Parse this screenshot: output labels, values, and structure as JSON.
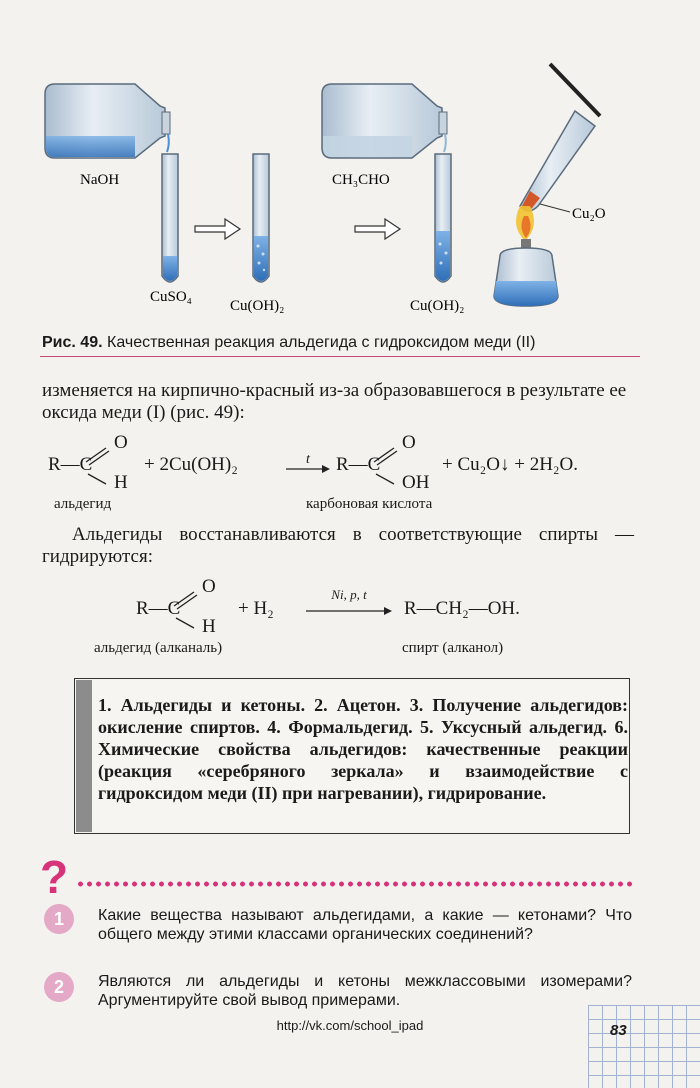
{
  "figure": {
    "label_naoh": "NaOH",
    "label_cuso4": "CuSO₄",
    "label_cuoh2_a": "Cu(OH)₂",
    "label_ch3cho": "CH₃CHO",
    "label_cuoh2_b": "Cu(OH)₂",
    "label_cu2o": "Cu₂O",
    "caption_num": "Рис. 49.",
    "caption_text": "Качественная реакция альдегида с гидроксидом меди (II)"
  },
  "para1": "изменяется на кирпично-красный из-за образовавшегося в результате ее оксида меди (I) (рис. 49):",
  "reaction1": {
    "r_c": "R—C",
    "o": "O",
    "h": "H",
    "reagent": "+ 2Cu(OH)₂",
    "arrow_label": "t",
    "prod_rc": "R—C",
    "prod_o": "O",
    "prod_oh": "OH",
    "rest": "+ Cu₂O↓ + 2H₂O.",
    "label_left": "альдегид",
    "label_right": "карбоновая кислота"
  },
  "para2": "Альдегиды восстанавливаются в соответствующие спирты — гидрируются:",
  "reaction2": {
    "r_c": "R—C",
    "o": "O",
    "h": "H",
    "reagent": "+ H₂",
    "arrow_label": "Ni, p, t",
    "product": "R—CH₂—OH.",
    "label_left": "альдегид (алканаль)",
    "label_right": "спирт (алканол)"
  },
  "summary": "1. Альдегиды и кетоны. 2. Ацетон. 3. Получение альдегидов: окисление спиртов. 4. Формальдегид. 5. Уксусный альдегид. 6. Химические свойства альдегидов: качественные реакции (реакция «серебряного зеркала» и взаимодействие с гидроксидом меди (II) при нагревании), гидрирование.",
  "questions": {
    "mark": "?",
    "items": [
      {
        "num": "1",
        "text": "Какие вещества называют альдегидами, а какие — кетонами? Что общего между этими классами органических соединений?"
      },
      {
        "num": "2",
        "text": "Являются ли альдегиды и кетоны межклассовыми изомерами? Аргументируйте свой вывод примерами."
      }
    ]
  },
  "footer": {
    "url": "http://vk.com/school_ipad",
    "page": "83"
  },
  "colors": {
    "accent": "#d6337a",
    "liquid": "#4a8fd6",
    "glass": "#c9d8e8"
  }
}
